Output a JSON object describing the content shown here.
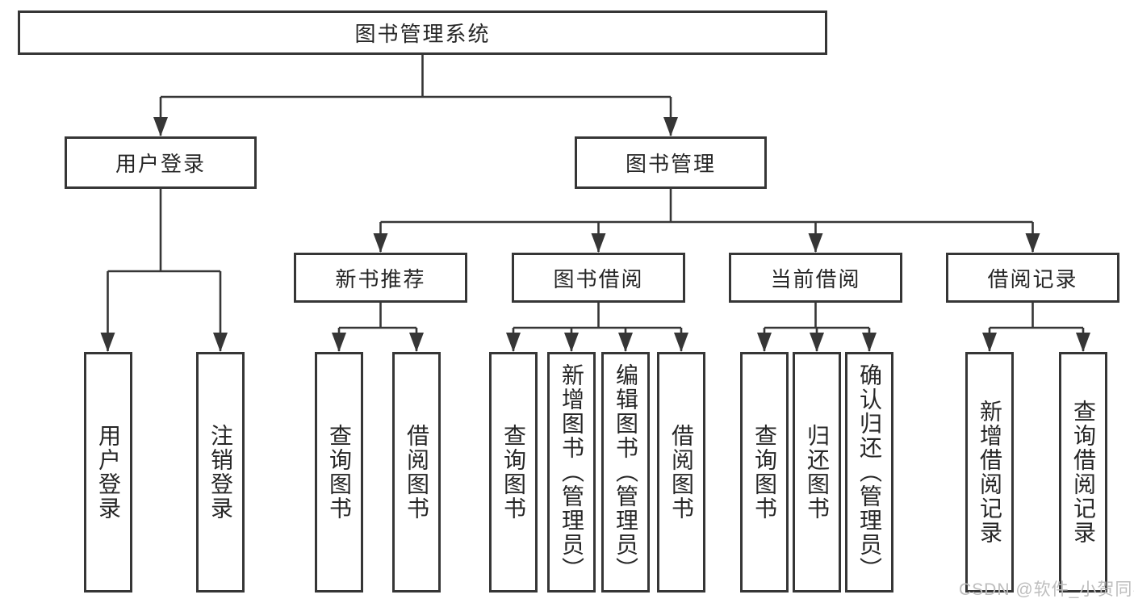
{
  "tree": {
    "label": "图书管理系统",
    "children": [
      {
        "label": "用户登录",
        "children": [
          {
            "label": "用户登录"
          },
          {
            "label": "注销登录"
          }
        ]
      },
      {
        "label": "图书管理",
        "children": [
          {
            "label": "新书推荐",
            "children": [
              {
                "label": "查询图书"
              },
              {
                "label": "借阅图书"
              }
            ]
          },
          {
            "label": "图书借阅",
            "children": [
              {
                "label": "查询图书"
              },
              {
                "label": "新增图书（管理员）"
              },
              {
                "label": "编辑图书（管理员）"
              },
              {
                "label": "借阅图书"
              }
            ]
          },
          {
            "label": "当前借阅",
            "children": [
              {
                "label": "查询图书"
              },
              {
                "label": "归还图书"
              },
              {
                "label": "确认归还（管理员）"
              }
            ]
          },
          {
            "label": "借阅记录",
            "children": [
              {
                "label": "新增借阅记录"
              },
              {
                "label": "查询借阅记录"
              }
            ]
          }
        ]
      }
    ]
  },
  "watermark": {
    "text": "CSDN @软件_小贺同学"
  },
  "colors": {
    "line_color": "#363636",
    "border_color": "#363636",
    "text_color": "#262626",
    "background_color": "#ffffff",
    "watermark_color": "#bdbdbd"
  }
}
